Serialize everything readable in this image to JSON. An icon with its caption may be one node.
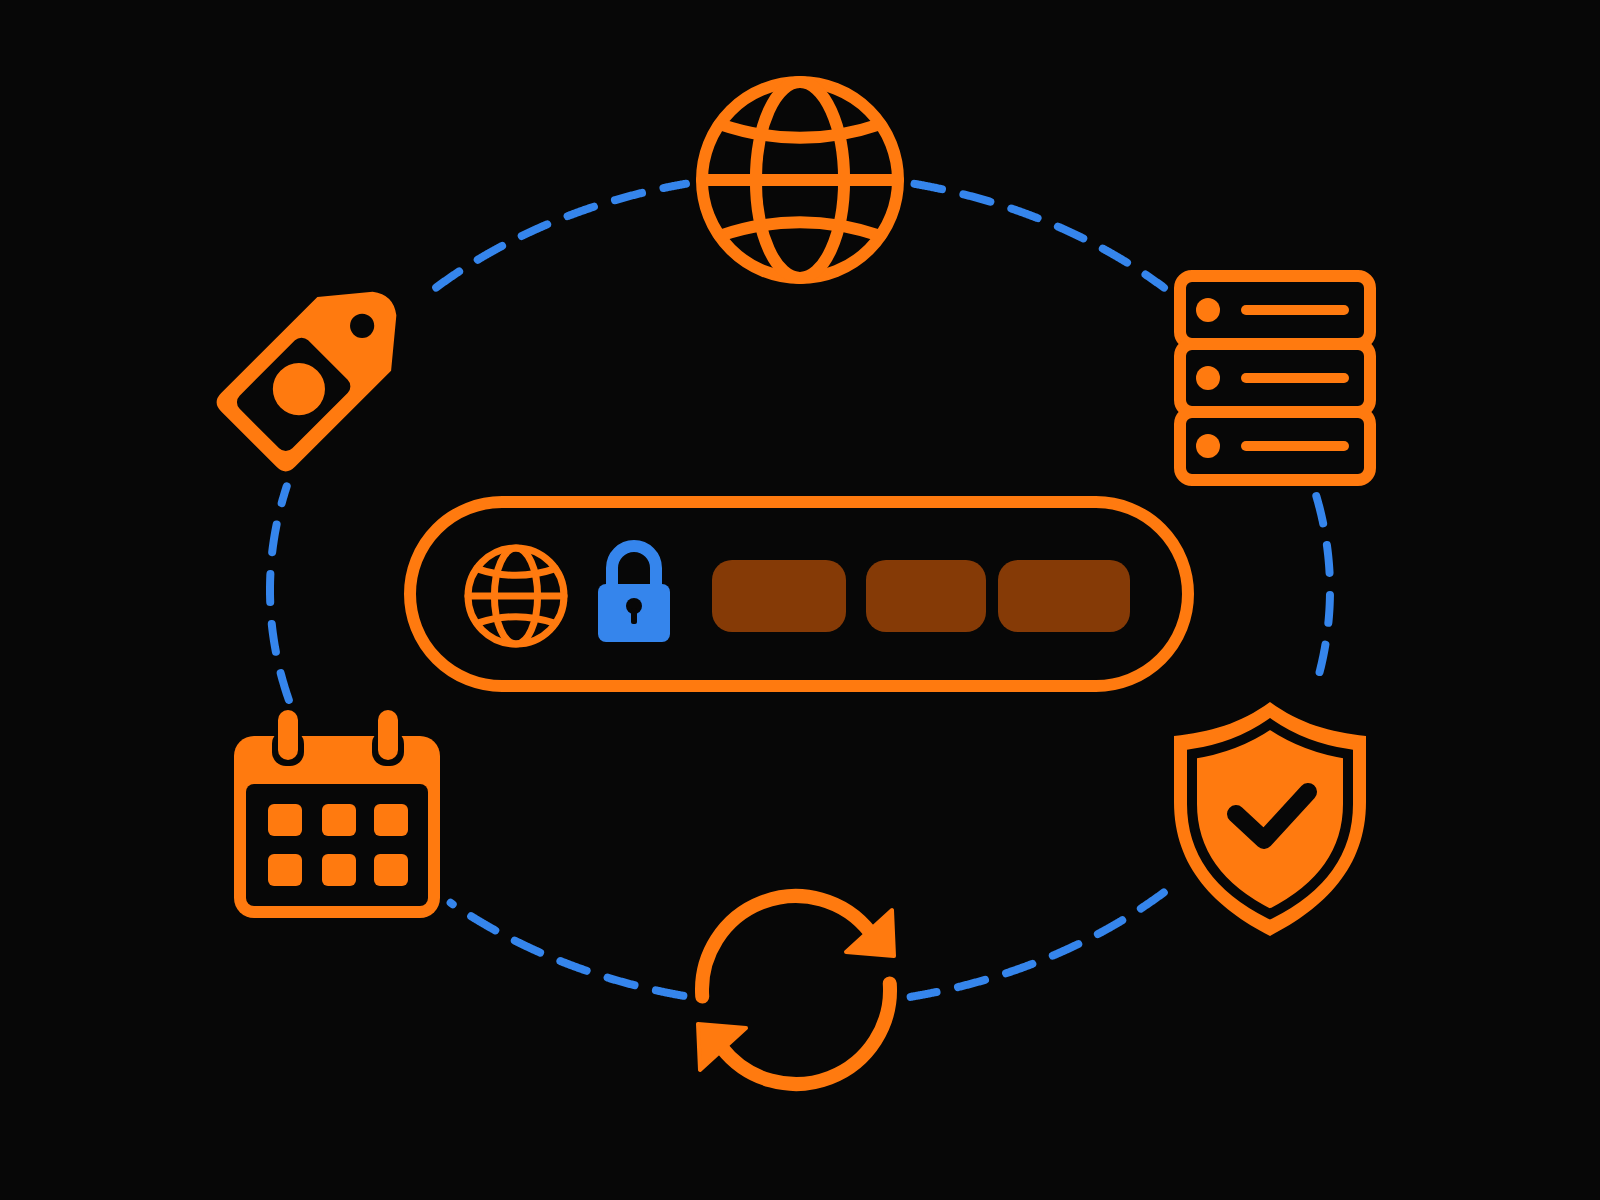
{
  "diagram": {
    "nodes": [
      {
        "text": [],
        "shape": "picture"
      },
      {
        "text": [],
        "shape": "picture"
      },
      {
        "text": [],
        "shape": "picture"
      },
      {
        "text": [],
        "shape": "picture"
      },
      {
        "text": [],
        "shape": "picture"
      },
      {
        "text": [],
        "shape": "picture"
      }
    ],
    "edges": [
      {
        "from": 0,
        "to": 1,
        "arrow": "none",
        "style": "dashed"
      },
      {
        "from": 1,
        "to": 2,
        "arrow": "none",
        "style": "dashed"
      },
      {
        "from": 2,
        "to": 3,
        "arrow": "none",
        "style": "dashed"
      },
      {
        "from": 3,
        "to": 4,
        "arrow": "none",
        "style": "dashed"
      },
      {
        "from": 4,
        "to": 5,
        "arrow": "none",
        "style": "dashed"
      },
      {
        "from": 5,
        "to": 0,
        "arrow": "none",
        "style": "dashed"
      }
    ]
  }
}
